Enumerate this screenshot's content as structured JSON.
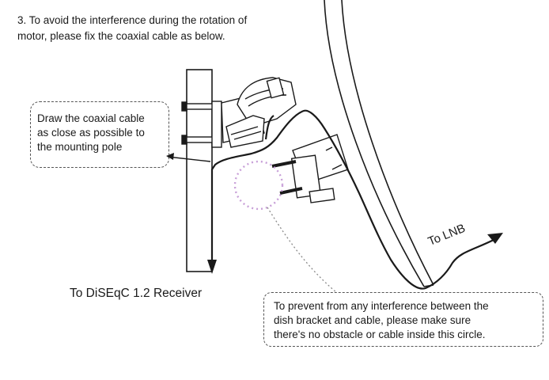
{
  "instruction": {
    "line1": "3. To avoid the interference during the rotation of",
    "line2": "motor, please fix the coaxial cable as below."
  },
  "callout_pole": {
    "line1": "Draw the coaxial cable",
    "line2": "as close as possible to",
    "line3": "the mounting pole"
  },
  "label_receiver": "To DiSEqC 1.2 Receiver",
  "label_lnb": "To LNB",
  "callout_circle": {
    "line1": "To prevent  from any interference between the",
    "line2": "dish bracket and cable, please make sure",
    "line3": "there's no obstacle or cable inside  this circle."
  },
  "colors": {
    "line": "#1a1a1a",
    "dashed_border": "#555555",
    "circle_dots": "#c8a0d8"
  }
}
